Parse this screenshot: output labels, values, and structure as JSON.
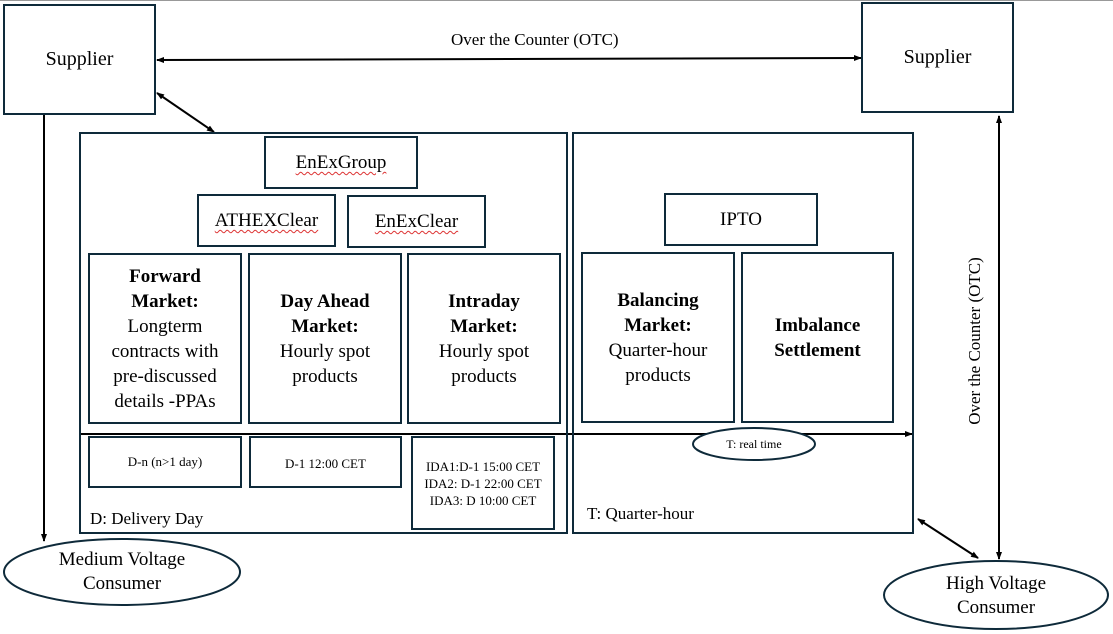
{
  "diagram": {
    "title": "Greek electricity market structure",
    "suppliers": {
      "left": "Supplier",
      "right": "Supplier"
    },
    "otc_top_label": "Over the Counter (OTC)",
    "otc_right_label": "Over the Counter (OTC)",
    "exchange_group": {
      "group": "EnExGroup",
      "clearing_left": "ATHEXClear",
      "clearing_right": "EnExClear"
    },
    "operator": "IPTO",
    "markets": [
      {
        "title": "Forward Market:",
        "desc_lines": [
          "Longterm",
          "contracts with",
          "pre-discussed",
          "details -PPAs"
        ]
      },
      {
        "title": "Day Ahead Market:",
        "desc_lines": [
          "Hourly spot",
          "products"
        ]
      },
      {
        "title": "Intraday Market:",
        "desc_lines": [
          "Hourly spot",
          "products"
        ]
      },
      {
        "title": "Balancing Market:",
        "desc_lines": [
          "Quarter-hour",
          "products"
        ]
      },
      {
        "title": "Imbalance Settlement",
        "desc_lines": []
      }
    ],
    "timings": {
      "forward": "D-n (n>1 day)",
      "day_ahead": "D-1 12:00 CET",
      "intraday": [
        "IDA1:D-1 15:00 CET",
        "IDA2: D-1 22:00 CET",
        "IDA3: D 10:00 CET"
      ],
      "real_time": "T: real time"
    },
    "legend": {
      "delivery_day": "D: Delivery Day",
      "quarter_hour": "T: Quarter-hour"
    },
    "consumers": {
      "medium": [
        "Medium Voltage",
        "Consumer"
      ],
      "high": [
        "High Voltage",
        "Consumer"
      ]
    },
    "colors": {
      "box_border": "#0e2a3a",
      "arrow": "#000000",
      "spellcheck": "#dd3333"
    }
  }
}
